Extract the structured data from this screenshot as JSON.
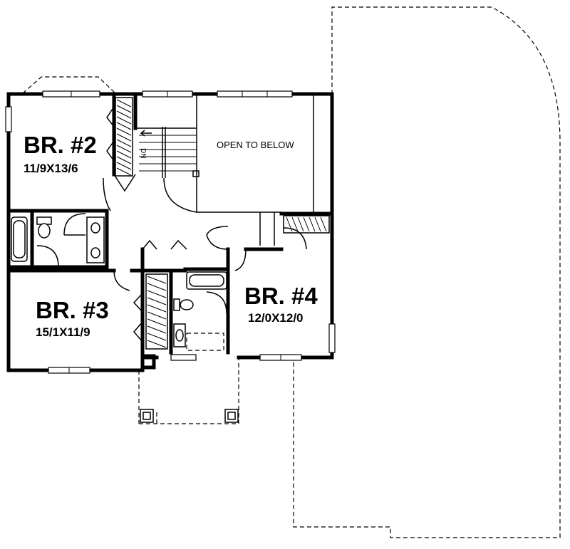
{
  "rooms": [
    {
      "id": "br2",
      "name": "BR. #2",
      "dims": "11/9X13/6"
    },
    {
      "id": "br3",
      "name": "BR. #3",
      "dims": "15/1X11/9"
    },
    {
      "id": "br4",
      "name": "BR. #4",
      "dims": "12/0X12/0"
    }
  ],
  "open_to_below": "OPEN TO BELOW",
  "stair_label": "DN"
}
